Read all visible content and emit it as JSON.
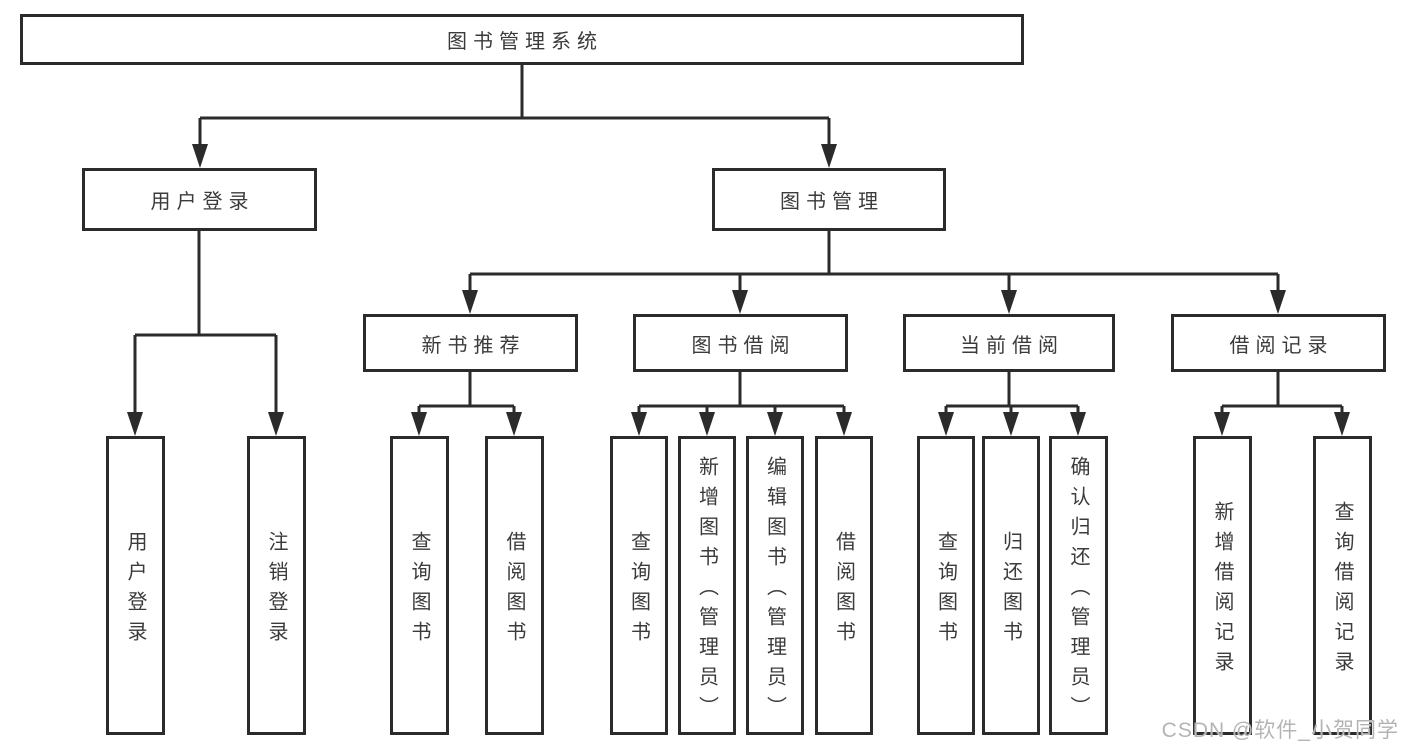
{
  "colors": {
    "line": "#2b2b2b",
    "text": "#3b3b3b",
    "background": "#ffffff",
    "watermark": "#b4b4b4"
  },
  "tree": {
    "root": {
      "label": "图书管理系统"
    },
    "branches": [
      {
        "label": "用户登录",
        "children": [
          {
            "label": "用户登录"
          },
          {
            "label": "注销登录"
          }
        ]
      },
      {
        "label": "图书管理",
        "children": [
          {
            "label": "新书推荐",
            "children": [
              {
                "label": "查询图书"
              },
              {
                "label": "借阅图书"
              }
            ]
          },
          {
            "label": "图书借阅",
            "children": [
              {
                "label": "查询图书"
              },
              {
                "label": "新增图书（管理员）"
              },
              {
                "label": "编辑图书（管理员）"
              },
              {
                "label": "借阅图书"
              }
            ]
          },
          {
            "label": "当前借阅",
            "children": [
              {
                "label": "查询图书"
              },
              {
                "label": "归还图书"
              },
              {
                "label": "确认归还（管理员）"
              }
            ]
          },
          {
            "label": "借阅记录",
            "children": [
              {
                "label": "新增借阅记录"
              },
              {
                "label": "查询借阅记录"
              }
            ]
          }
        ]
      }
    ]
  },
  "watermark": {
    "text": "CSDN @软件_小贺同学"
  }
}
